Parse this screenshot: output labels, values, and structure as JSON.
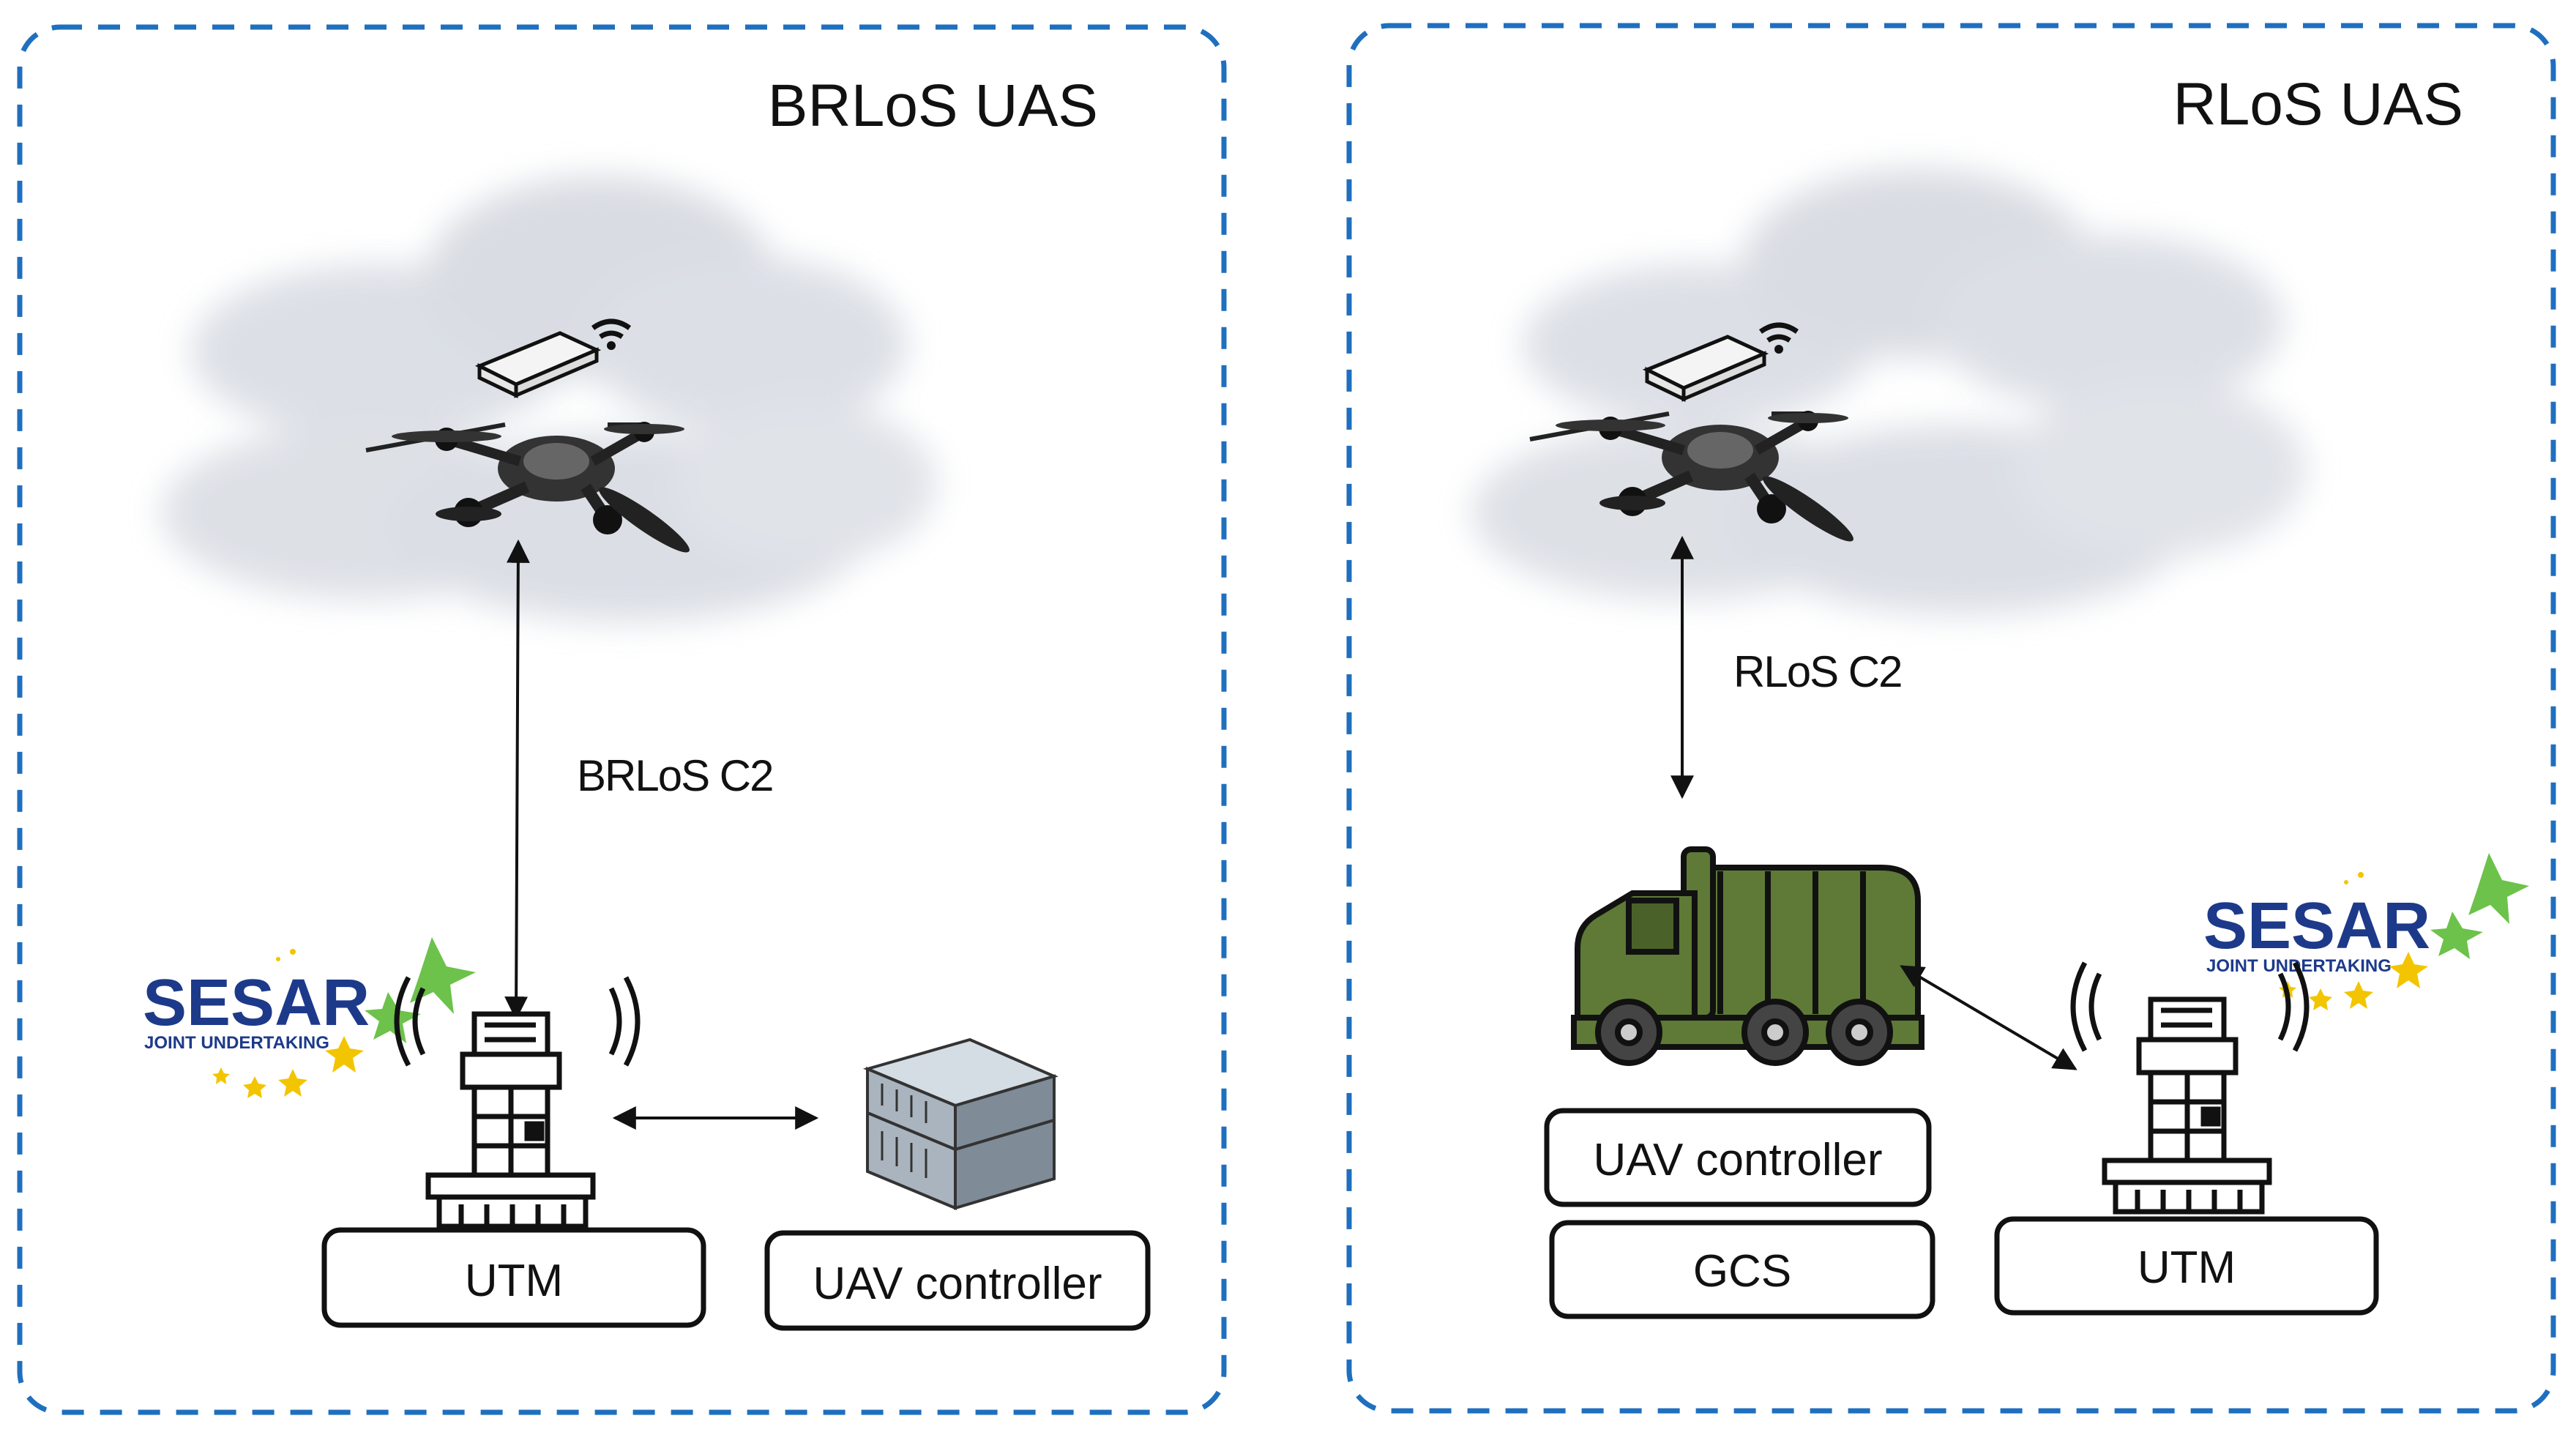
{
  "panels": [
    {
      "title": "BRLoS UAS",
      "link_label": "BRLoS C2",
      "boxes": {
        "utm": "UTM",
        "uav_controller": "UAV controller"
      },
      "logo": {
        "name": "SESAR",
        "subtitle": "JOINT UNDERTAKING"
      }
    },
    {
      "title": "RLoS UAS",
      "link_label": "RLoS C2",
      "boxes": {
        "uav_controller": "UAV controller",
        "gcs": "GCS",
        "utm": "UTM"
      },
      "logo": {
        "name": "SESAR",
        "subtitle": "JOINT UNDERTAKING"
      }
    }
  ],
  "colors": {
    "frame": "#1f6fbf",
    "sesar_blue": "#1d3a8a",
    "star_yellow": "#f2c500",
    "star_green": "#6cc24a",
    "truck_green": "#5e7a36"
  },
  "icons": [
    "drone-icon",
    "wifi-router-icon",
    "cloud-icon",
    "control-tower-icon",
    "server-rack-icon",
    "military-truck-icon",
    "sesar-logo"
  ]
}
